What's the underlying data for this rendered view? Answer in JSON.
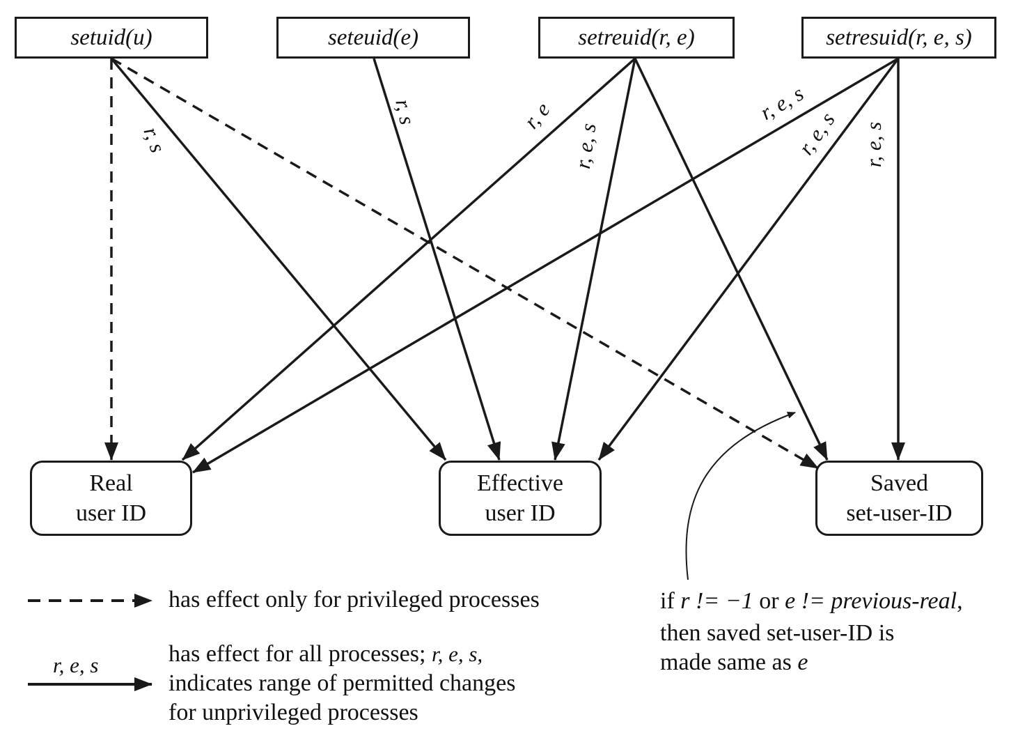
{
  "functions": [
    {
      "id": "setuid",
      "label": "setuid(u)"
    },
    {
      "id": "seteuid",
      "label": "seteuid(e)"
    },
    {
      "id": "setreuid",
      "label": "setreuid(r, e)"
    },
    {
      "id": "setresuid",
      "label": "setresuid(r, e, s)"
    }
  ],
  "targets": {
    "real": {
      "line1": "Real",
      "line2": "user ID"
    },
    "effective": {
      "line1": "Effective",
      "line2": "user ID"
    },
    "saved": {
      "line1": "Saved",
      "line2": "set-user-ID"
    }
  },
  "edges": [
    {
      "from": "setuid",
      "to": "real",
      "style": "dashed",
      "label": ""
    },
    {
      "from": "setuid",
      "to": "effective",
      "style": "solid",
      "label": "r, s"
    },
    {
      "from": "setuid",
      "to": "saved",
      "style": "dashed",
      "label": ""
    },
    {
      "from": "seteuid",
      "to": "effective",
      "style": "solid",
      "label": "r, s"
    },
    {
      "from": "setreuid",
      "to": "real",
      "style": "solid",
      "label": "r, e"
    },
    {
      "from": "setreuid",
      "to": "effective",
      "style": "solid",
      "label": "r, e, s"
    },
    {
      "from": "setreuid",
      "to": "saved",
      "style": "solid",
      "label": ""
    },
    {
      "from": "setresuid",
      "to": "real",
      "style": "solid",
      "label": "r, e, s"
    },
    {
      "from": "setresuid",
      "to": "effective",
      "style": "solid",
      "label": "r, e, s"
    },
    {
      "from": "setresuid",
      "to": "saved",
      "style": "solid",
      "label": "r, e, s"
    }
  ],
  "legend": {
    "dashed_text": "has effect only for privileged processes",
    "solid_arrow_label": "r, e, s",
    "solid_line1_prefix": "has effect for all processes;",
    "solid_line1_vars": "r, e, s,",
    "solid_line2": "indicates range of permitted changes",
    "solid_line3": "for unprivileged processes"
  },
  "note": {
    "l1_if": "if",
    "l1_r": "r != −1",
    "l1_or": "or",
    "l1_e": "e != previous-real",
    "l1_comma": ",",
    "l2": "then saved set-user-ID is",
    "l3_text": "made same as",
    "l3_e": "e"
  }
}
